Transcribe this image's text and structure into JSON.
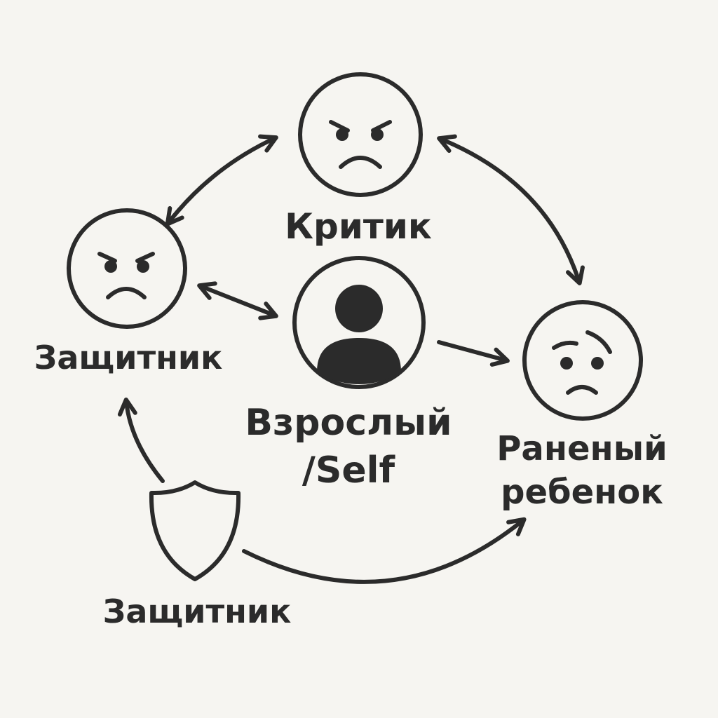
{
  "diagram": {
    "nodes": {
      "critic": {
        "label": "Критик",
        "icon": "angry-face-icon"
      },
      "protector_left": {
        "label": "Защитник",
        "icon": "angry-face-icon"
      },
      "self": {
        "label_line1": "Взрослый",
        "label_line2": "/Self",
        "icon": "person-icon"
      },
      "wounded_child": {
        "label_line1": "Раненый",
        "label_line2": "ребенок",
        "icon": "sad-face-icon"
      },
      "protector_bottom": {
        "label": "Защитник",
        "icon": "shield-icon"
      }
    },
    "arrows": [
      {
        "from": "protector_left",
        "to": "critic",
        "direction": "both"
      },
      {
        "from": "critic",
        "to": "wounded_child",
        "direction": "both"
      },
      {
        "from": "protector_left",
        "to": "self",
        "direction": "both"
      },
      {
        "from": "self",
        "to": "wounded_child",
        "direction": "forward"
      },
      {
        "from": "protector_bottom",
        "to": "protector_left",
        "direction": "forward"
      },
      {
        "from": "protector_bottom",
        "to": "wounded_child",
        "direction": "forward"
      }
    ],
    "colors": {
      "background": "#f6f5f1",
      "ink": "#2b2b2b"
    }
  }
}
